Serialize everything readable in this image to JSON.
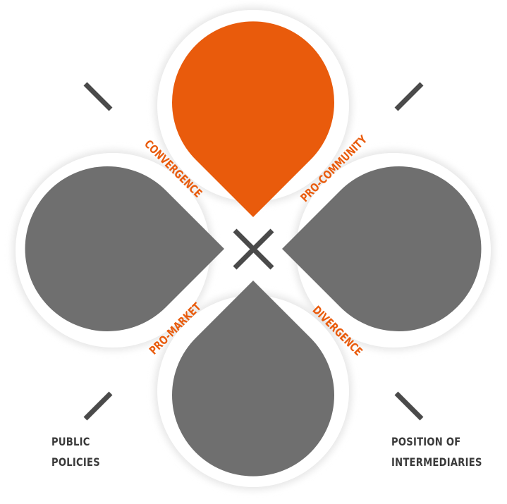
{
  "diagram": {
    "axis_labels": {
      "top_left": "CONVERGENCE",
      "top_right": "PRO-COMMUNITY",
      "bottom_left": "PRO-MARKET",
      "bottom_right": "DIVERGENCE"
    },
    "corner_labels": {
      "bottom_left": [
        "PUBLIC",
        "POLICIES"
      ],
      "bottom_right": [
        "POSITION OF",
        "INTERMEDIARIES"
      ]
    },
    "petals": {
      "top": "highlighted",
      "left": "default",
      "right": "default",
      "bottom": "default"
    },
    "colors": {
      "highlight": "#E95B0C",
      "petal": "#6F6F6F",
      "ring": "#FFFFFF",
      "shadow": "#E9E9E9",
      "accent_text": "#E95B0C",
      "dark_text": "#3A3A3A",
      "cross": "#4A4A4A"
    }
  }
}
